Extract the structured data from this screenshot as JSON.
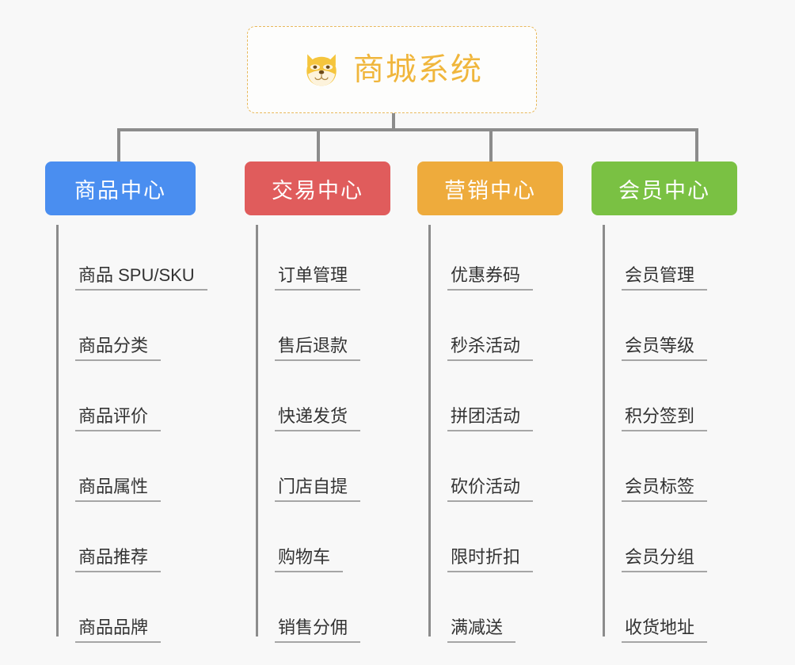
{
  "background_color": "#f8f8f8",
  "root": {
    "icon": "shiba-dog-face-icon",
    "title": "商城系统",
    "title_color": "#f0b63c",
    "border_color": "#e8b95c"
  },
  "connector_color": "#8c8c8c",
  "categories": [
    {
      "label": "商品中心",
      "color": "#4a8ef0",
      "items": [
        {
          "label": "商品 SPU/SKU"
        },
        {
          "label": "商品分类"
        },
        {
          "label": "商品评价"
        },
        {
          "label": "商品属性"
        },
        {
          "label": "商品推荐"
        },
        {
          "label": "商品品牌"
        }
      ]
    },
    {
      "label": "交易中心",
      "color": "#e05c5c",
      "items": [
        {
          "label": "订单管理"
        },
        {
          "label": "售后退款"
        },
        {
          "label": "快递发货"
        },
        {
          "label": "门店自提"
        },
        {
          "label": "购物车"
        },
        {
          "label": "销售分佣"
        }
      ]
    },
    {
      "label": "营销中心",
      "color": "#eeab3c",
      "items": [
        {
          "label": "优惠券码"
        },
        {
          "label": "秒杀活动"
        },
        {
          "label": "拼团活动"
        },
        {
          "label": "砍价活动"
        },
        {
          "label": "限时折扣"
        },
        {
          "label": "满减送"
        }
      ]
    },
    {
      "label": "会员中心",
      "color": "#7ac143",
      "items": [
        {
          "label": "会员管理"
        },
        {
          "label": "会员等级"
        },
        {
          "label": "积分签到"
        },
        {
          "label": "会员标签"
        },
        {
          "label": "会员分组"
        },
        {
          "label": "收货地址"
        }
      ]
    }
  ]
}
